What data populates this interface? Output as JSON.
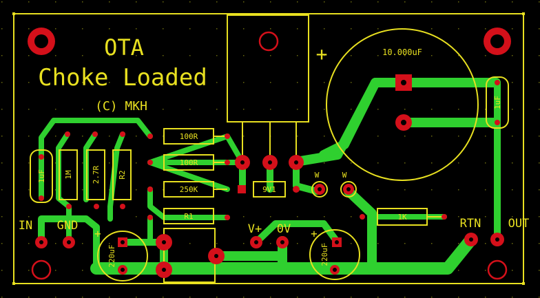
{
  "board": {
    "title_line1": "OTA",
    "title_line2": "Choke Loaded",
    "copyright": "(C) MKH",
    "colors": {
      "background": "#000000",
      "silkscreen": "#e8e020",
      "copper": "#2fd02f",
      "pad": "#d4101a"
    }
  },
  "labels": {
    "in": "IN",
    "gnd": "GND",
    "vplus": "V+",
    "zero_v": "0V",
    "rtn": "RTN",
    "out": "OUT",
    "plus_main": "+",
    "plus_c1": "+",
    "plus_c2": "+"
  },
  "components": {
    "cap_big": "10.000uF",
    "cap_1uf_right": "1uF",
    "cap_1uf_left": "1uF",
    "res_1m": "1M",
    "res_27r": "2.7R",
    "res_r2": "R2",
    "res_100r_a": "100R",
    "res_100r_b": "100R",
    "res_250k": "250K",
    "res_r1": "R1",
    "res_1k": "1K",
    "zener": "9V1",
    "cap_220_left": "220uF",
    "cap_220_right": "220uF",
    "wire_a": "W",
    "wire_b": "W"
  }
}
